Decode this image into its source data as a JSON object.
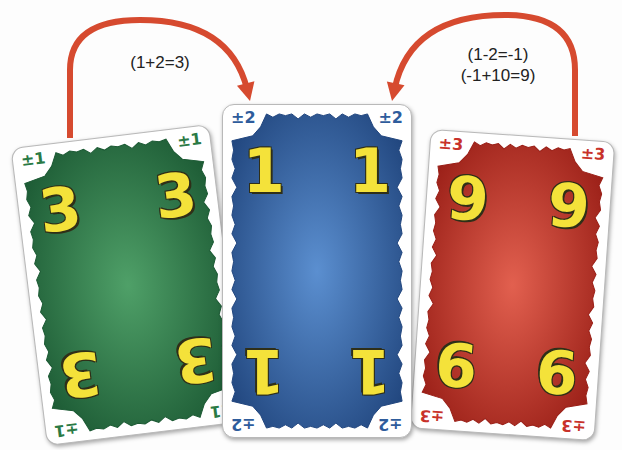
{
  "diagram": {
    "nodes": [
      {
        "text": [
          "±1",
          "±1",
          "3",
          "3",
          "3",
          "3",
          "±1",
          "±1"
        ]
      },
      {
        "text": [
          "±2",
          "±2",
          "1",
          "1",
          "1",
          "1",
          "±2",
          "±2"
        ]
      },
      {
        "text": [
          "±3",
          "±3",
          "9",
          "9",
          "9",
          "9",
          "±3",
          "±3"
        ]
      }
    ],
    "edges": [
      {
        "from": 0,
        "to": 1,
        "arrow": "to",
        "label": "(1+2=3)"
      },
      {
        "from": 2,
        "to": 1,
        "arrow": "to",
        "label": "(1-2=-1) (-1+10=9)"
      }
    ]
  }
}
